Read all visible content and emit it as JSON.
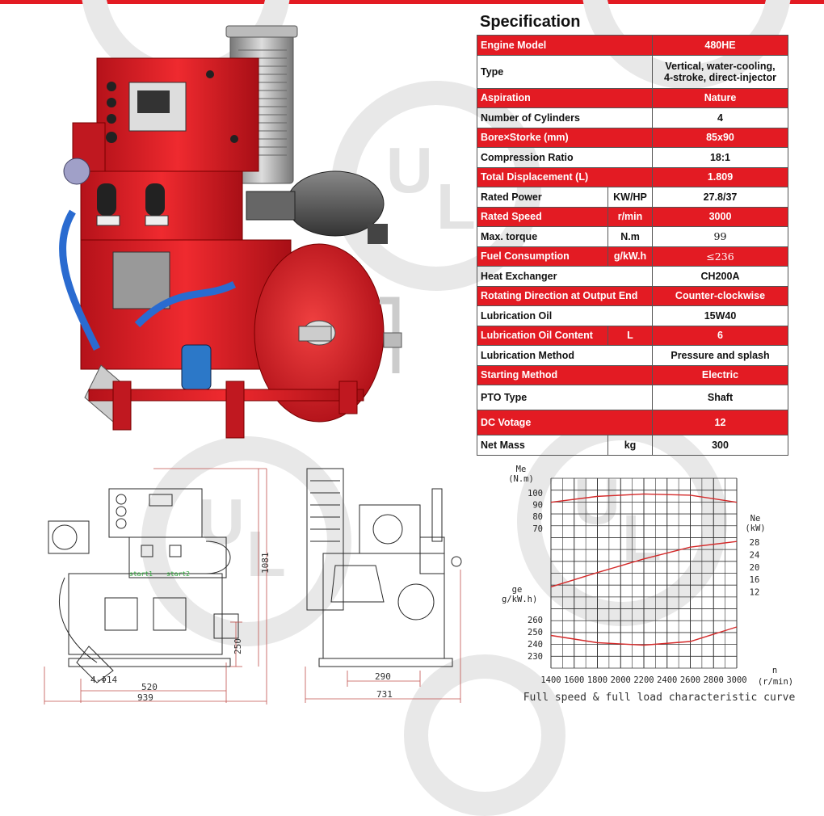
{
  "watermark": {
    "letters": [
      "U",
      "L"
    ]
  },
  "spec": {
    "title": "Specification",
    "rows": [
      {
        "label": "Engine Model",
        "unit": "",
        "value": "480HE",
        "red": true
      },
      {
        "label": "Type",
        "unit": "",
        "value": "Vertical, water-cooling,\n4-stroke, direct-injector",
        "red": false
      },
      {
        "label": "Aspiration",
        "unit": "",
        "value": "Nature",
        "red": true
      },
      {
        "label": "Number of Cylinders",
        "unit": "",
        "value": "4",
        "red": false
      },
      {
        "label": "Bore×Storke (mm)",
        "unit": "",
        "value": "85x90",
        "red": true
      },
      {
        "label": "Compression Ratio",
        "unit": "",
        "value": "18:1",
        "red": false
      },
      {
        "label": "Total Displacement (L)",
        "unit": "",
        "value": "1.809",
        "red": true
      },
      {
        "label": "Rated Power",
        "unit": "KW/HP",
        "value": "27.8/37",
        "red": false
      },
      {
        "label": "Rated Speed",
        "unit": "r/min",
        "value": "3000",
        "red": true
      },
      {
        "label": "Max. torque",
        "unit": "N.m",
        "value": "99",
        "red": false
      },
      {
        "label": "Fuel Consumption",
        "unit": "g/kW.h",
        "value": "≤236",
        "red": true
      },
      {
        "label": "Heat Exchanger",
        "unit": "",
        "value": "CH200A",
        "red": false
      },
      {
        "label": "Rotating Direction at Output End",
        "unit": "",
        "value": "Counter-clockwise",
        "red": true
      },
      {
        "label": "Lubrication Oil",
        "unit": "",
        "value": "15W40",
        "red": false
      },
      {
        "label": "Lubrication Oil Content",
        "unit": "L",
        "value": "6",
        "red": true
      },
      {
        "label": "Lubrication Method",
        "unit": "",
        "value": "Pressure and splash",
        "red": false
      },
      {
        "label": "Starting Method",
        "unit": "",
        "value": "Electric",
        "red": true
      },
      {
        "label": "PTO Type",
        "unit": "",
        "value": "Shaft",
        "red": false
      },
      {
        "label": "DC  Votage",
        "unit": "",
        "value": "12",
        "red": true
      },
      {
        "label": "Net Mass",
        "unit": "kg",
        "value": "300",
        "red": false
      }
    ]
  },
  "drawing_front": {
    "start1": "start1",
    "start2": "start2",
    "dim_bolt": "4-Φ14",
    "dim_520": "520",
    "dim_939": "939",
    "dim_250": "250",
    "dim_1081": "1081"
  },
  "drawing_side": {
    "dim_290": "290",
    "dim_731": "731"
  },
  "chart_data": {
    "type": "line",
    "caption": "Full speed & full load characteristic curve",
    "x": [
      1400,
      1600,
      1800,
      2000,
      2200,
      2400,
      2600,
      2800,
      3000
    ],
    "x_ticks": [
      "1400",
      "1600",
      "1800",
      "2000",
      "2200",
      "2400",
      "2600",
      "2800",
      "3000"
    ],
    "xlabel": "n\n(r/min)",
    "axes": {
      "me": {
        "label": "Me\n(N.m)",
        "ticks": [
          "100",
          "90",
          "80",
          "70"
        ]
      },
      "ne": {
        "label": "Ne\n(kW)",
        "ticks": [
          "28",
          "24",
          "20",
          "16",
          "12"
        ]
      },
      "ge": {
        "label": "ge\n(g/kW.h)",
        "ticks": [
          "260",
          "250",
          "240",
          "230"
        ]
      }
    },
    "series": [
      {
        "axis": "me",
        "x": [
          1400,
          1800,
          2200,
          2600,
          3000
        ],
        "values": [
          92,
          97,
          99,
          98,
          92
        ]
      },
      {
        "axis": "ne",
        "x": [
          1400,
          1800,
          2200,
          2600,
          3000
        ],
        "values": [
          13.6,
          18.2,
          22.6,
          26.4,
          28.2
        ]
      },
      {
        "axis": "ge",
        "x": [
          1400,
          1800,
          2200,
          2600,
          3000
        ],
        "values": [
          247,
          241,
          239,
          242,
          254
        ]
      }
    ],
    "line_color": "#d42a2a",
    "grid": true
  }
}
